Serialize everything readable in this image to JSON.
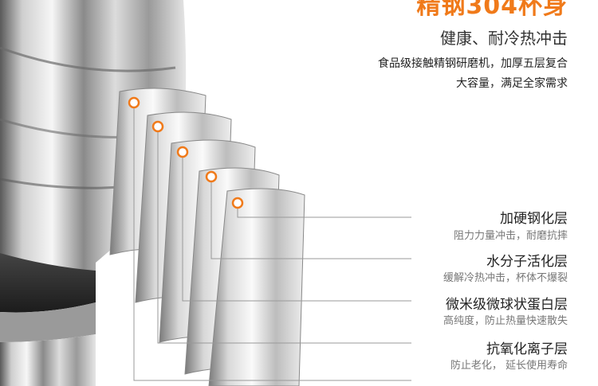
{
  "header": {
    "headline": "精钢304杯身",
    "subtitle": "健康、耐冷热冲击",
    "description_lines": [
      "食品级接触精钢研磨机，加厚五层复合",
      "大容量，满足全家需求"
    ]
  },
  "layers": [
    {
      "title": "加硬钢化层",
      "subtitle": "阻力力量冲击，耐磨抗摔"
    },
    {
      "title": "水分子活化层",
      "subtitle": "缓解冷热冲击，杯体不爆裂"
    },
    {
      "title": "微米级微球状蛋白层",
      "subtitle": "高纯度，防止热量快速散失"
    },
    {
      "title": "抗氧化离子层",
      "subtitle": "防止老化， 延长使用寿命"
    },
    {
      "title": "",
      "subtitle": ""
    }
  ],
  "colors": {
    "accent": "#f07a1a",
    "line": "#999999",
    "steel_light": "#f4f4f4",
    "steel_dark": "#6e6e6e",
    "base": "#2b2b2b"
  }
}
